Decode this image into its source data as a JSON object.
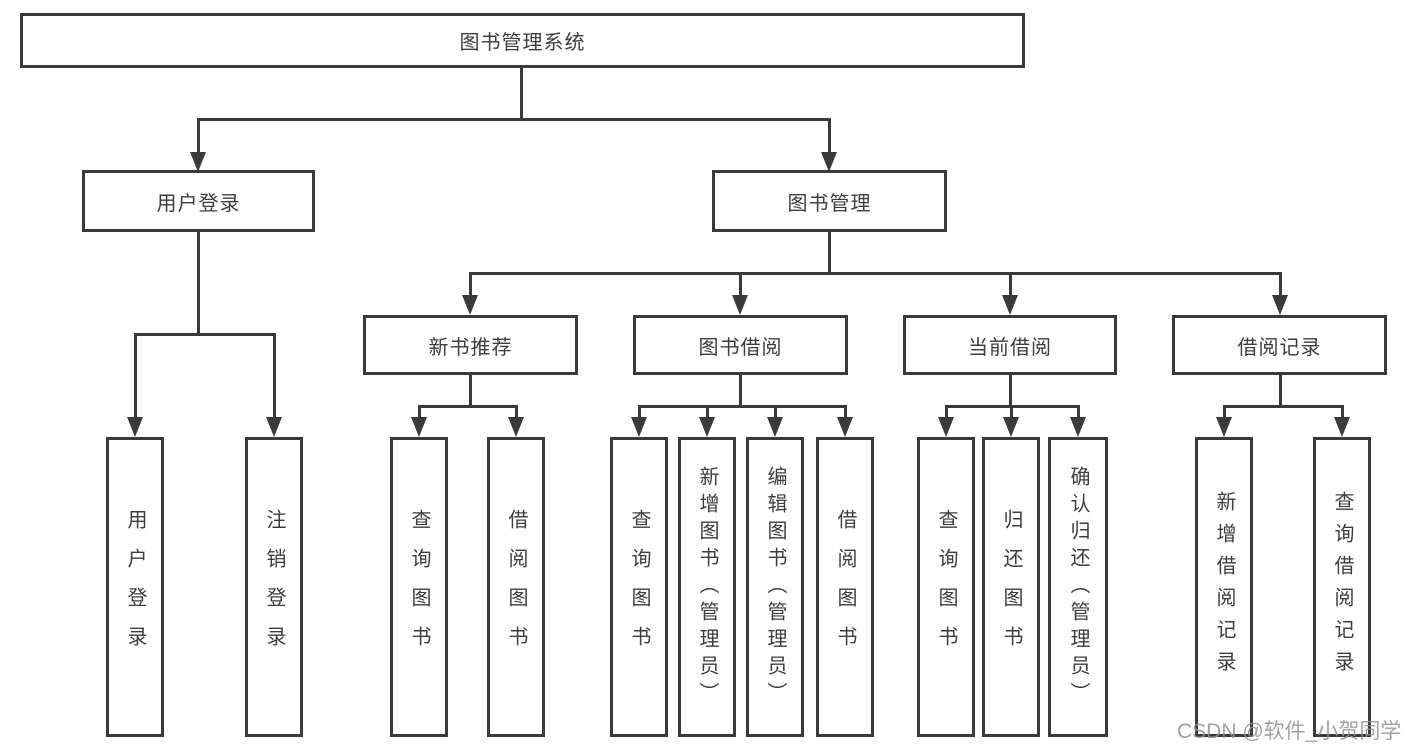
{
  "tree": {
    "root": {
      "label": "图书管理系统"
    },
    "branches": [
      {
        "label": "用户登录",
        "children": [
          {
            "label": "用户登录"
          },
          {
            "label": "注销登录"
          }
        ]
      },
      {
        "label": "图书管理",
        "children": [
          {
            "label": "新书推荐",
            "children": [
              {
                "label": "查询图书"
              },
              {
                "label": "借阅图书"
              }
            ]
          },
          {
            "label": "图书借阅",
            "children": [
              {
                "label": "查询图书"
              },
              {
                "label": "新增图书（管理员）"
              },
              {
                "label": "编辑图书（管理员）"
              },
              {
                "label": "借阅图书"
              }
            ]
          },
          {
            "label": "当前借阅",
            "children": [
              {
                "label": "查询图书"
              },
              {
                "label": "归还图书"
              },
              {
                "label": "确认归还（管理员）"
              }
            ]
          },
          {
            "label": "借阅记录",
            "children": [
              {
                "label": "新增借阅记录"
              },
              {
                "label": "查询借阅记录"
              }
            ]
          }
        ]
      }
    ]
  },
  "watermark": {
    "text": "CSDN @软件_小贺同学"
  },
  "colors": {
    "line": "#3a3a3a",
    "text": "#3d3d3d",
    "background": "#ffffff",
    "watermark": "#919191"
  }
}
